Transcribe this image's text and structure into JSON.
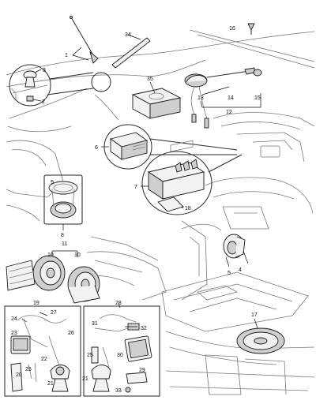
{
  "callouts": [
    {
      "id": "c1",
      "text": "1"
    },
    {
      "id": "c2",
      "text": "2"
    },
    {
      "id": "c3",
      "text": "3"
    },
    {
      "id": "c4",
      "text": "4"
    },
    {
      "id": "c5",
      "text": "5"
    },
    {
      "id": "c6",
      "text": "6"
    },
    {
      "id": "c7",
      "text": "7"
    },
    {
      "id": "c8",
      "text": "8"
    },
    {
      "id": "c9",
      "text": "9"
    },
    {
      "id": "c10a",
      "text": "10"
    },
    {
      "id": "c10b",
      "text": "10"
    },
    {
      "id": "c11",
      "text": "11"
    },
    {
      "id": "c12",
      "text": "12"
    },
    {
      "id": "c13",
      "text": "13"
    },
    {
      "id": "c14",
      "text": "14"
    },
    {
      "id": "c15",
      "text": "15"
    },
    {
      "id": "c16",
      "text": "16"
    },
    {
      "id": "c17",
      "text": "17"
    },
    {
      "id": "c18",
      "text": "18"
    },
    {
      "id": "c19",
      "text": "19"
    },
    {
      "id": "c20",
      "text": "20"
    },
    {
      "id": "c21a",
      "text": "21"
    },
    {
      "id": "c21b",
      "text": "21"
    },
    {
      "id": "c22",
      "text": "22"
    },
    {
      "id": "c23",
      "text": "23"
    },
    {
      "id": "c24",
      "text": "24"
    },
    {
      "id": "c25a",
      "text": "25"
    },
    {
      "id": "c25b",
      "text": "25"
    },
    {
      "id": "c26",
      "text": "26"
    },
    {
      "id": "c27",
      "text": "27"
    },
    {
      "id": "c28",
      "text": "28"
    },
    {
      "id": "c29",
      "text": "29"
    },
    {
      "id": "c30",
      "text": "30"
    },
    {
      "id": "c31",
      "text": "31"
    },
    {
      "id": "c32",
      "text": "32"
    },
    {
      "id": "c33",
      "text": "33"
    },
    {
      "id": "c34",
      "text": "34"
    },
    {
      "id": "c35",
      "text": "35"
    }
  ]
}
